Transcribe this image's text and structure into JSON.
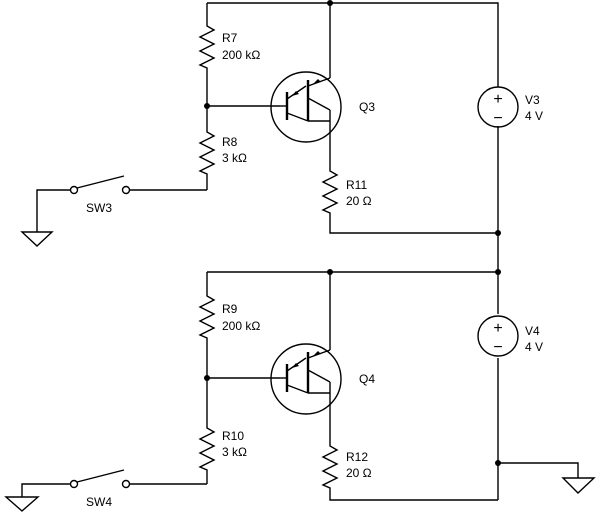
{
  "components": {
    "R7": {
      "name": "R7",
      "value": "200 kΩ"
    },
    "R8": {
      "name": "R8",
      "value": "3 kΩ"
    },
    "R9": {
      "name": "R9",
      "value": "200 kΩ"
    },
    "R10": {
      "name": "R10",
      "value": "3 kΩ"
    },
    "R11": {
      "name": "R11",
      "value": "20 Ω"
    },
    "R12": {
      "name": "R12",
      "value": "20 Ω"
    },
    "Q3": {
      "name": "Q3"
    },
    "Q4": {
      "name": "Q4"
    },
    "V3": {
      "name": "V3",
      "value": "4 V",
      "plus": "+",
      "minus": "−"
    },
    "V4": {
      "name": "V4",
      "value": "4 V",
      "plus": "+",
      "minus": "−"
    },
    "SW3": {
      "name": "SW3"
    },
    "SW4": {
      "name": "SW4"
    }
  }
}
